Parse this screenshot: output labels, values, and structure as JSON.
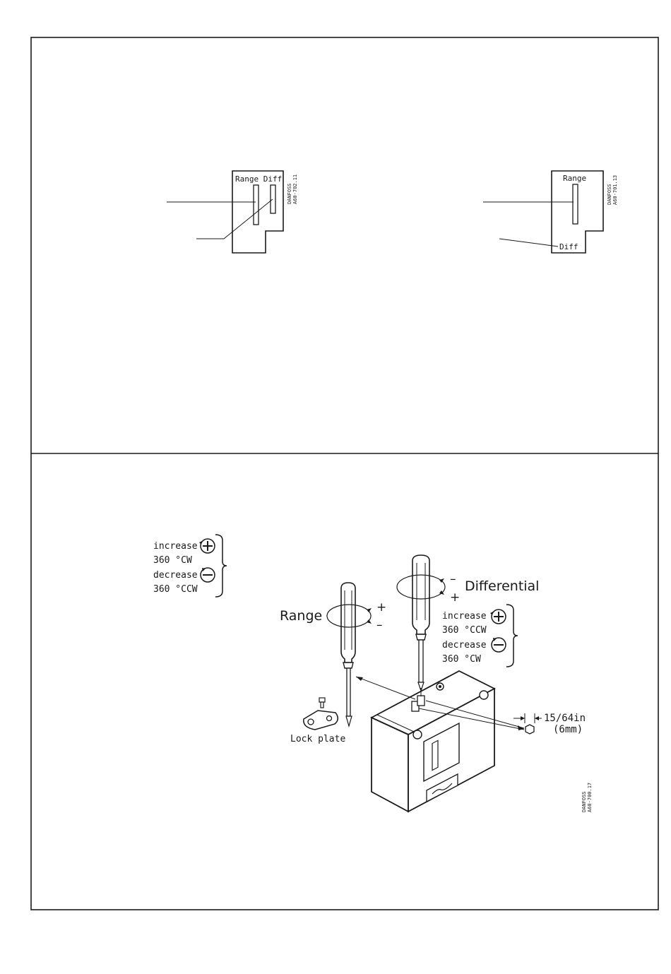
{
  "panel_top": {
    "left_scale": {
      "label": "Range Diff",
      "code": [
        "DANFOSS",
        "A60-702.11"
      ]
    },
    "right_scale": {
      "label_top": "Range",
      "label_bottom": "Diff",
      "code": [
        "DANFOSS",
        "A60-701.13"
      ]
    }
  },
  "panel_bottom": {
    "left_note": {
      "increase": "increase",
      "cw": "360 °CW",
      "decrease": "decrease",
      "ccw": "360 °CCW"
    },
    "range_label": "Range",
    "differential_label": "Differential",
    "diff_note": {
      "increase": "increase",
      "ccw": "360 °CCW",
      "decrease": "decrease",
      "cw": "360 °CW"
    },
    "plus_sign": "+",
    "minus_sign": "–",
    "lock_plate_label": "Lock plate",
    "hex_size": "15/64in",
    "hex_size_mm": "(6mm)",
    "code": [
      "DANFOSS",
      "A60-700.17"
    ]
  }
}
